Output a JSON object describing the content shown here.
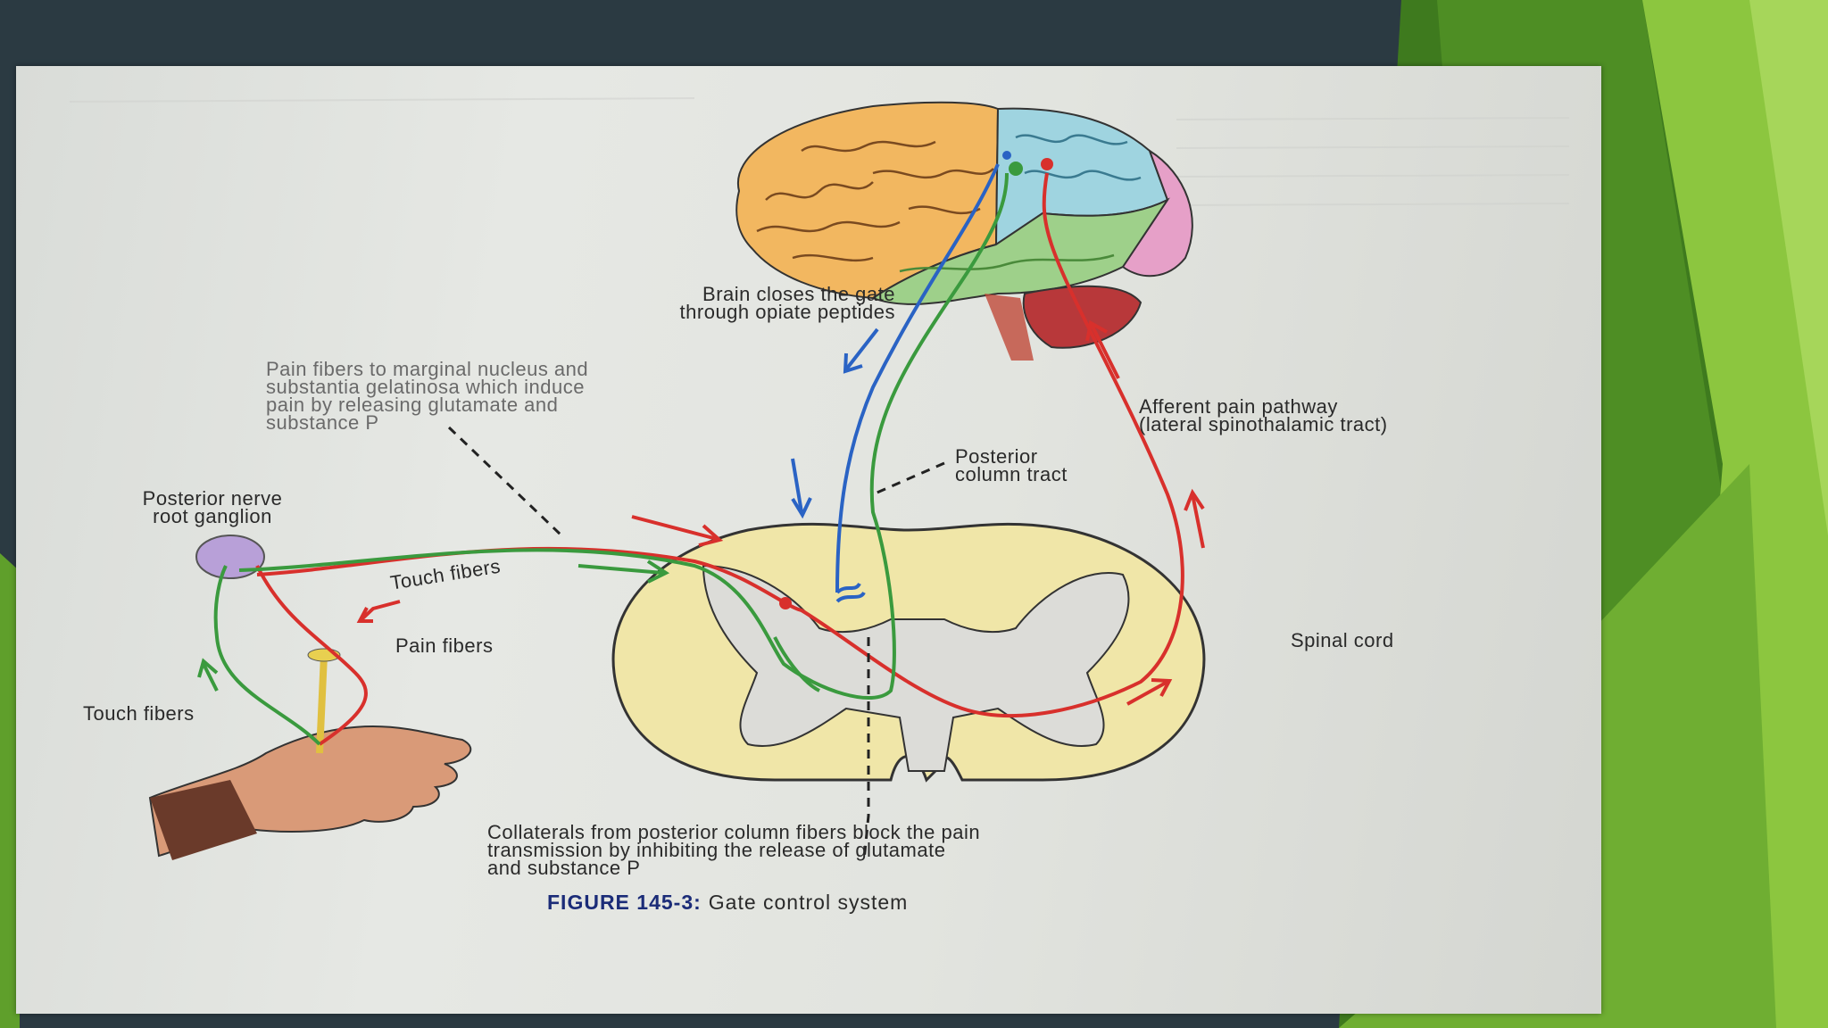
{
  "slide": {
    "background": "#2b3a42",
    "accent_greens": [
      "#3e7a1e",
      "#5f9f2b",
      "#8cc63f",
      "#a6d65a"
    ]
  },
  "figure": {
    "labels": {
      "brain_gate": "Brain closes the gate\nthrough opiate peptides",
      "pain_fibers_marginal": "Pain fibers to marginal nucleus and\nsubstantia gelatinosa which induce\npain by releasing glutamate and\nsubstance P",
      "afferent_pathway": "Afferent pain pathway\n(lateral spinothalamic tract)",
      "posterior_column": "Posterior\ncolumn tract",
      "posterior_ganglion": "Posterior nerve\nroot ganglion",
      "touch_fibers_upper": "Touch fibers",
      "pain_fibers": "Pain fibers",
      "touch_fibers_lower": "Touch fibers",
      "spinal_cord": "Spinal cord",
      "collaterals": "Collaterals from posterior column fibers block the pain\ntransmission by inhibiting the release of glutamate\nand substance P"
    },
    "caption_number": "FIGURE 145-3:",
    "caption_text": "Gate control system",
    "pathway_colors": {
      "pain": "#d8302c",
      "touch": "#3a9a3e",
      "descending": "#2a63c4"
    }
  }
}
